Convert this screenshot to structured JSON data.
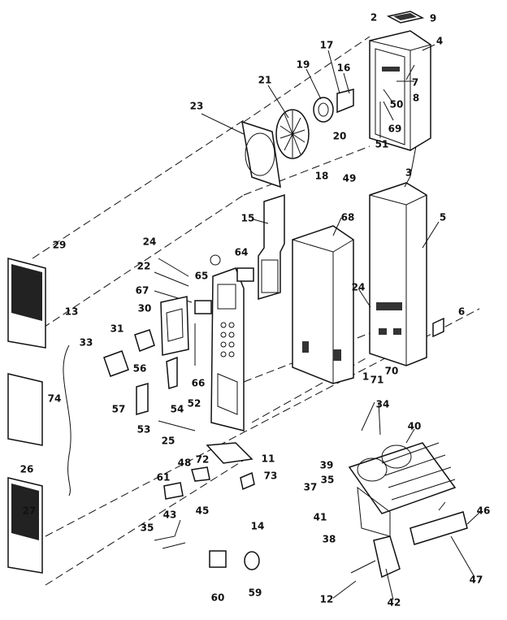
{
  "parts": [
    {
      "id": "1"
    },
    {
      "id": "2"
    },
    {
      "id": "3"
    },
    {
      "id": "4"
    },
    {
      "id": "5"
    },
    {
      "id": "6"
    },
    {
      "id": "7"
    },
    {
      "id": "8"
    },
    {
      "id": "9"
    },
    {
      "id": "11"
    },
    {
      "id": "12"
    },
    {
      "id": "13"
    },
    {
      "id": "14"
    },
    {
      "id": "15"
    },
    {
      "id": "16"
    },
    {
      "id": "17"
    },
    {
      "id": "18"
    },
    {
      "id": "19"
    },
    {
      "id": "20"
    },
    {
      "id": "21"
    },
    {
      "id": "22"
    },
    {
      "id": "23"
    },
    {
      "id": "24"
    },
    {
      "id": "25"
    },
    {
      "id": "26"
    },
    {
      "id": "27"
    },
    {
      "id": "29"
    },
    {
      "id": "30"
    },
    {
      "id": "31"
    },
    {
      "id": "33"
    },
    {
      "id": "34"
    },
    {
      "id": "35"
    },
    {
      "id": "37"
    },
    {
      "id": "38"
    },
    {
      "id": "39"
    },
    {
      "id": "40"
    },
    {
      "id": "41"
    },
    {
      "id": "42"
    },
    {
      "id": "43"
    },
    {
      "id": "45"
    },
    {
      "id": "46"
    },
    {
      "id": "47"
    },
    {
      "id": "48"
    },
    {
      "id": "49"
    },
    {
      "id": "50"
    },
    {
      "id": "51"
    },
    {
      "id": "52"
    },
    {
      "id": "53"
    },
    {
      "id": "54"
    },
    {
      "id": "56"
    },
    {
      "id": "57"
    },
    {
      "id": "59"
    },
    {
      "id": "60"
    },
    {
      "id": "61"
    },
    {
      "id": "64"
    },
    {
      "id": "65"
    },
    {
      "id": "66"
    },
    {
      "id": "67"
    },
    {
      "id": "68"
    },
    {
      "id": "69"
    },
    {
      "id": "70"
    },
    {
      "id": "71"
    },
    {
      "id": "72"
    },
    {
      "id": "73"
    },
    {
      "id": "74"
    }
  ],
  "callout_text": {
    "second_24": "24",
    "second_35": "35"
  }
}
